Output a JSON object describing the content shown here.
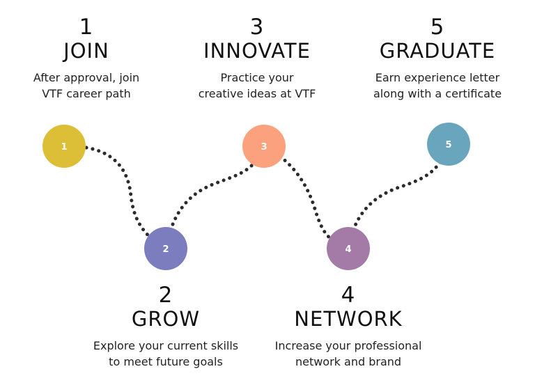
{
  "steps": [
    {
      "number": "1",
      "title": "JOIN",
      "desc_line1": "After approval, join",
      "desc_line2": "VTF career path",
      "circle_label": "1",
      "color": "#DCBE37"
    },
    {
      "number": "2",
      "title": "GROW",
      "desc_line1": "Explore your current skills",
      "desc_line2": "to meet future goals",
      "circle_label": "2",
      "color": "#7B7DBE"
    },
    {
      "number": "3",
      "title": "INNOVATE",
      "desc_line1": "Practice your",
      "desc_line2": "creative ideas at VTF",
      "circle_label": "3",
      "color": "#FCA17D"
    },
    {
      "number": "4",
      "title": "NETWORK",
      "desc_line1": "Increase your professional",
      "desc_line2": "network and brand",
      "circle_label": "4",
      "color": "#A47AA6"
    },
    {
      "number": "5",
      "title": "GRADUATE",
      "desc_line1": "Earn experience letter",
      "desc_line2": "along with a certificate",
      "circle_label": "5",
      "color": "#69A6BE"
    }
  ],
  "connector_color": "#2B2B2B"
}
